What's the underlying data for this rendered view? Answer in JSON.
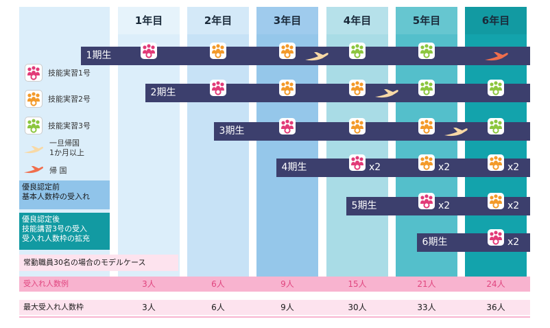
{
  "header": {
    "years": [
      "1年目",
      "2年目",
      "3年目",
      "4年目",
      "5年目",
      "6年目"
    ],
    "year_colors": [
      "#dceefa",
      "#c7e2f6",
      "#95c7ea",
      "#a9dce6",
      "#54bfcb",
      "#13a3ac"
    ],
    "year_header_colors": [
      "#e6f3fb",
      "#d4e9f8",
      "#9fcbed",
      "#b6e1ea",
      "#66c6d0",
      "#129aa2"
    ]
  },
  "cohorts": [
    {
      "label": "1期生",
      "icons": [
        {
          "year": 1,
          "kind": "tt1"
        },
        {
          "year": 2,
          "kind": "tt2"
        },
        {
          "year": 3,
          "kind": "tt2"
        },
        {
          "year": 3,
          "kind": "plane_temp"
        },
        {
          "year": 4,
          "kind": "tt3"
        },
        {
          "year": 5,
          "kind": "tt3"
        },
        {
          "year": 6,
          "kind": "plane_return"
        }
      ]
    },
    {
      "label": "2期生",
      "icons": [
        {
          "year": 2,
          "kind": "tt1"
        },
        {
          "year": 3,
          "kind": "tt2"
        },
        {
          "year": 4,
          "kind": "tt2"
        },
        {
          "year": 4,
          "kind": "plane_temp"
        },
        {
          "year": 5,
          "kind": "tt3"
        },
        {
          "year": 6,
          "kind": "tt3"
        }
      ]
    },
    {
      "label": "3期生",
      "icons": [
        {
          "year": 3,
          "kind": "tt1"
        },
        {
          "year": 4,
          "kind": "tt2"
        },
        {
          "year": 5,
          "kind": "tt2"
        },
        {
          "year": 5,
          "kind": "plane_temp"
        },
        {
          "year": 6,
          "kind": "tt3"
        }
      ]
    },
    {
      "label": "4期生",
      "icons": [
        {
          "year": 4,
          "kind": "tt1",
          "mult": "x2"
        },
        {
          "year": 5,
          "kind": "tt2",
          "mult": "x2"
        },
        {
          "year": 6,
          "kind": "tt2",
          "mult": "x2"
        }
      ]
    },
    {
      "label": "5期生",
      "icons": [
        {
          "year": 5,
          "kind": "tt1",
          "mult": "x2"
        },
        {
          "year": 6,
          "kind": "tt2",
          "mult": "x2"
        }
      ]
    },
    {
      "label": "6期生",
      "icons": [
        {
          "year": 6,
          "kind": "tt1",
          "mult": "x2"
        }
      ]
    }
  ],
  "legend": {
    "tt1": "技能実習1号",
    "tt2": "技能実習2号",
    "tt3": "技能実習3号",
    "plane_temp_line1": "一旦帰国",
    "plane_temp_line2": "1か月以上",
    "plane_return": "帰 国"
  },
  "notes": {
    "before_line1": "優良認定前",
    "before_line2": "基本人数枠の受入れ",
    "after_line1": "優良認定後",
    "after_line2": "技能講習3号の受入",
    "after_line3": "受入れ人数枠の拡充"
  },
  "model_case": "常勤職員30名の場合のモデルケース",
  "rows": {
    "accept_example": {
      "label": "受入れ人数例",
      "values": [
        "3人",
        "6人",
        "9人",
        "15人",
        "21人",
        "24人"
      ]
    },
    "max_quota": {
      "label": "最大受入れ人数枠",
      "values": [
        "3人",
        "6人",
        "9人",
        "30人",
        "33人",
        "36人"
      ]
    }
  },
  "colors": {
    "band": "#3c3f6d",
    "tt1": "#e23b78",
    "tt2": "#f39a2a",
    "tt3": "#8cc63f",
    "plane_temp": "#f8d9a6",
    "plane_return": "#f06e4c",
    "pink_row": "#f8b3cf",
    "pink_label": "#e0457f"
  }
}
